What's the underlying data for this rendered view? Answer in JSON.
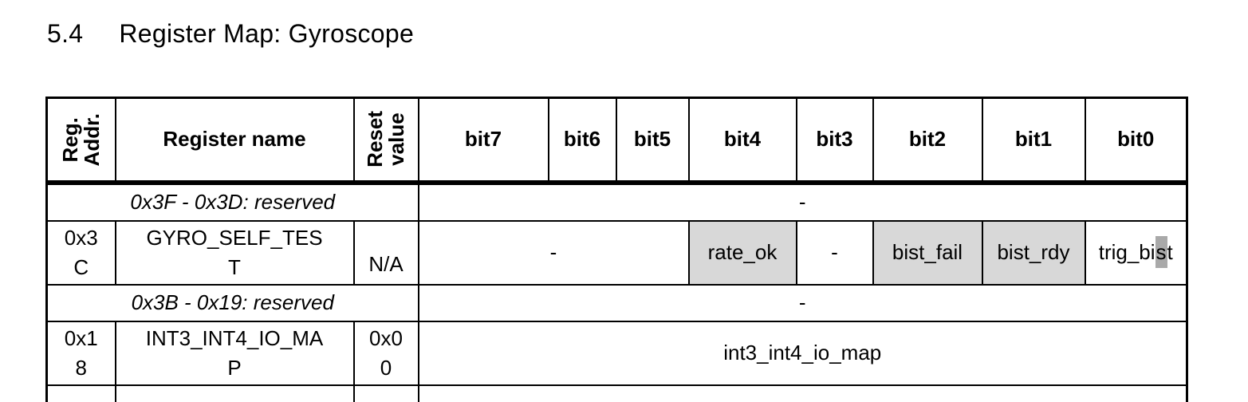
{
  "page": {
    "title_number": "5.4",
    "title_text": "Register Map: Gyroscope"
  },
  "colors": {
    "text": "#000000",
    "border": "#000000",
    "cell_shading": "#d8d8d8",
    "char_highlight": "#a9a9a9"
  },
  "table": {
    "headers": {
      "reg_addr_lines": [
        "Reg.",
        "Addr."
      ],
      "register_name": "Register name",
      "reset_value_lines": [
        "Reset",
        "value"
      ],
      "bits": [
        "bit7",
        "bit6",
        "bit5",
        "bit4",
        "bit3",
        "bit2",
        "bit1",
        "bit0"
      ]
    },
    "rows": [
      {
        "type": "reserved",
        "label": "0x3F - 0x3D: reserved",
        "bits_value": "-"
      },
      {
        "type": "register",
        "addr": "0x3C",
        "addr_lines": [
          "0x3",
          "C"
        ],
        "name": "GYRO_SELF_TEST",
        "name_lines": [
          "GYRO_SELF_TES",
          "T"
        ],
        "reset": "N/A",
        "bits": [
          {
            "label": "-",
            "span": 3,
            "shaded": false
          },
          {
            "label": "rate_ok",
            "span": 1,
            "shaded": true
          },
          {
            "label": "-",
            "span": 1,
            "shaded": false
          },
          {
            "label": "bist_fail",
            "span": 1,
            "shaded": true
          },
          {
            "label": "bist_rdy",
            "span": 1,
            "shaded": true
          },
          {
            "label": "trig_bist",
            "pre": "trig_bi",
            "highlight": "s",
            "post": "t",
            "span": 1,
            "shaded": false
          }
        ]
      },
      {
        "type": "reserved",
        "label": "0x3B - 0x19: reserved",
        "bits_value": "-"
      },
      {
        "type": "register",
        "addr": "0x18",
        "addr_lines": [
          "0x1",
          "8"
        ],
        "name": "INT3_INT4_IO_MAP",
        "name_lines": [
          "INT3_INT4_IO_MA",
          "P"
        ],
        "reset": "0x00",
        "reset_lines": [
          "0x0",
          "0"
        ],
        "bits": [
          {
            "label": "int3_int4_io_map",
            "span": 8,
            "shaded": false
          }
        ]
      }
    ]
  }
}
